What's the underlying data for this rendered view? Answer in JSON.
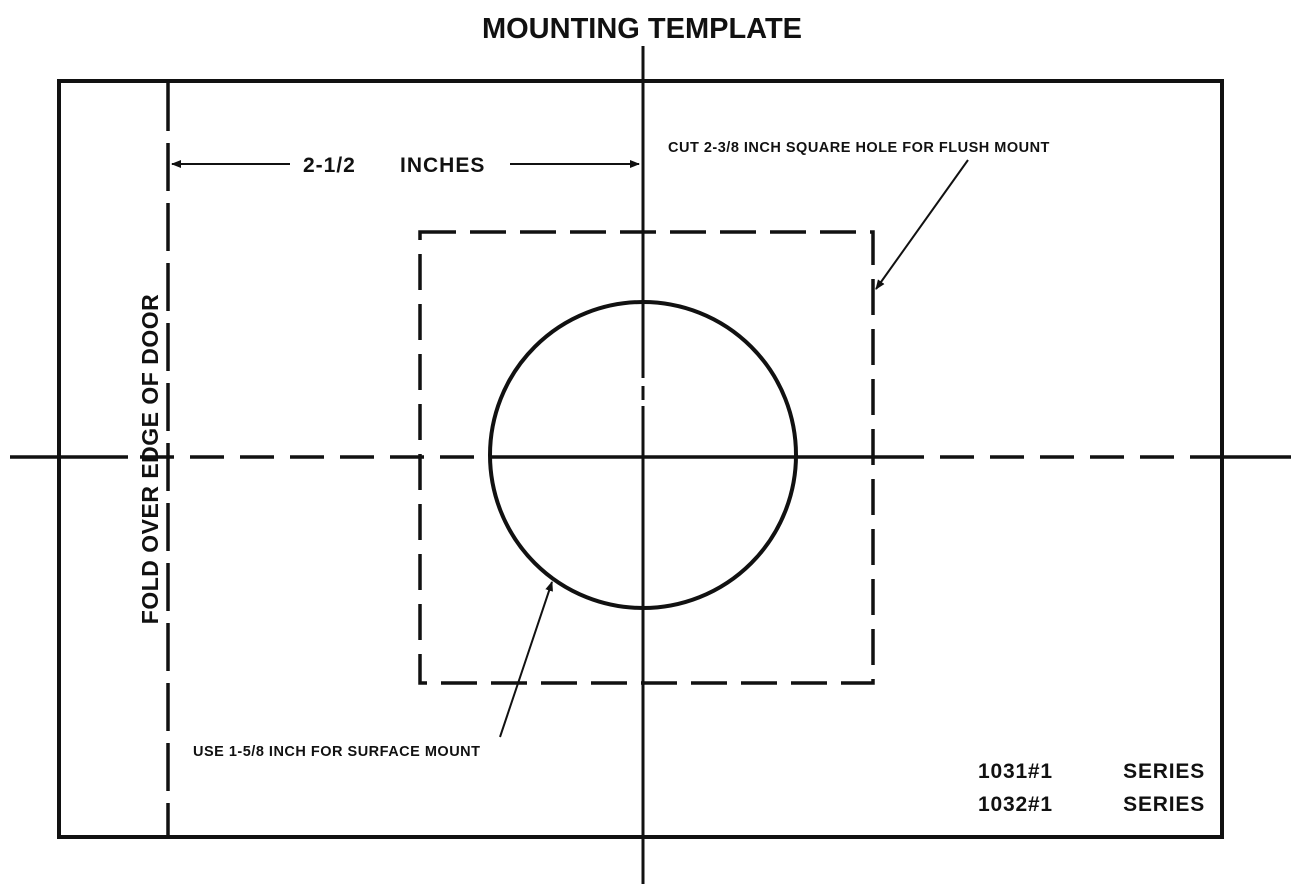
{
  "title": "MOUNTING TEMPLATE",
  "dimension": {
    "value": "2-1/2",
    "unit": "INCHES"
  },
  "notes": {
    "flush_mount": "CUT 2-3/8 INCH SQUARE HOLE FOR FLUSH MOUNT",
    "surface_mount": "USE 1-5/8 INCH FOR SURFACE MOUNT",
    "fold": "FOLD OVER EDGE OF DOOR"
  },
  "series": [
    {
      "model": "1031#1",
      "label": "SERIES"
    },
    {
      "model": "1032#1",
      "label": "SERIES"
    }
  ],
  "colors": {
    "ink": "#111111",
    "paper": "#ffffff"
  }
}
